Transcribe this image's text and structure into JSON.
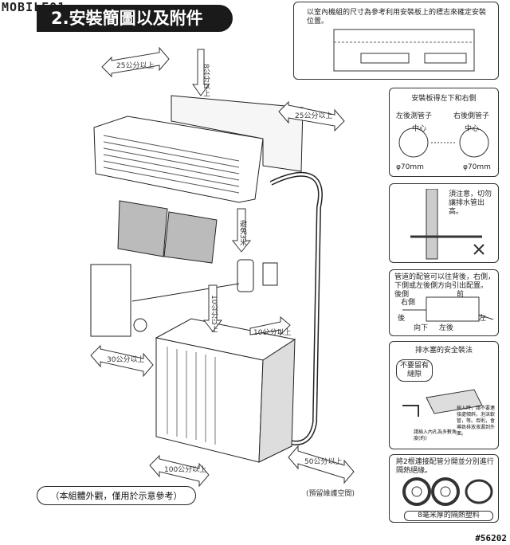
{
  "header": {
    "logo": "MOBILE01",
    "title": "2.安裝簡圖以及附件"
  },
  "topnote": {
    "text": "以室內機組的尺寸為參考利用安裝板上的標志來確定安裝位置。"
  },
  "clearances": {
    "left": "25公分以上",
    "top": "8公分以上",
    "right": "25公分以上",
    "filter": "避免3米",
    "remote": "10公分以上",
    "outdoor_right": "10公分以上",
    "outdoor_left": "30公分以上",
    "outdoor_bottom": "100公分以上",
    "outdoor_front": "50公分以上",
    "space": "(預留維護空間)"
  },
  "panels": {
    "p1": {
      "title": "安裝板得左下和右側",
      "left": "左後測管子",
      "right": "右後側管子",
      "mid": "中心",
      "dim": "φ70mm"
    },
    "p2": {
      "text": "須注意，切勿讓排水管出高。"
    },
    "p3": {
      "text": "管道的配管可以往背後，右側，下側或左後側方向引出配置。",
      "labels": [
        "後側",
        "右側",
        "前",
        "後",
        "左",
        "向下",
        "左後"
      ]
    },
    "p4": {
      "title": "排水塞的安全裝法",
      "bubble": "不要留有縫隙",
      "n1": "插入時，請不要連接處傾斜，泡沫軟管，等。否則，會導致排放液漏到外面。",
      "n2": "請插入內孔為多數角度(約)"
    },
    "p5": {
      "title": "將2根連接配管分開並分別進行隔熱絕緣。",
      "caption": "8毫米厚的隔熱塑料"
    }
  },
  "footer": {
    "note": "（本組體外觀，僅用於示意參考）",
    "watermark": "#56202"
  }
}
